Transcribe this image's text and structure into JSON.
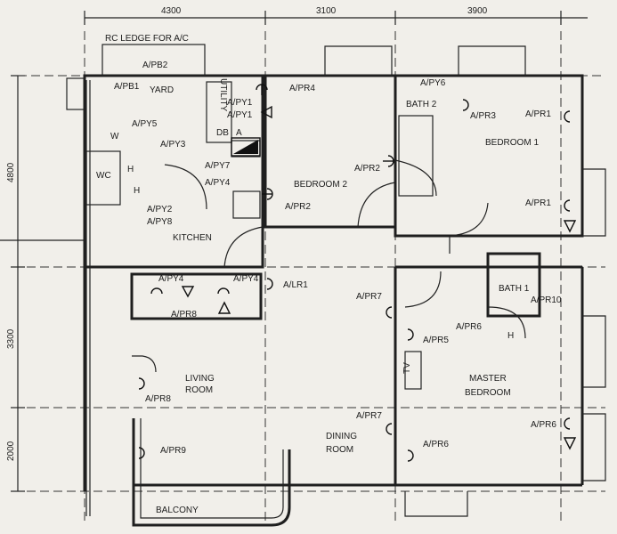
{
  "dimensions": {
    "top": [
      "4300",
      "3100",
      "3900"
    ],
    "left": [
      "4800",
      "3300",
      "2000"
    ]
  },
  "rooms": {
    "rc_ledge": "RC LEDGE FOR A/C",
    "yard": "YARD",
    "utility": "UTILITY",
    "db": "DB",
    "wc": "WC",
    "kitchen": "KITCHEN",
    "bedroom2": "BEDROOM 2",
    "bath2": "BATH 2",
    "bedroom1": "BEDROOM 1",
    "bath1": "BATH 1",
    "living": [
      "LIVING",
      "ROOM"
    ],
    "dining": [
      "DINING",
      "ROOM"
    ],
    "master": [
      "MASTER",
      "BEDROOM"
    ],
    "balcony": "BALCONY",
    "tv": "TV"
  },
  "points": {
    "pb1": "A/PB1",
    "pb2": "A/PB2",
    "py1a": "A/PY1",
    "py1b": "A/PY1",
    "dba": "A",
    "py5": "A/PY5",
    "py3": "A/PY3",
    "py7": "A/PY7",
    "py4a": "A/PY4",
    "py2": "A/PY2",
    "py8": "A/PY8",
    "py4b": "A/PY4",
    "py4c": "A/PY4",
    "pr4": "A/PR4",
    "pr2a": "A/PR2",
    "pr2b": "A/PR2",
    "py6": "A/PY6",
    "pr3": "A/PR3",
    "pr1a": "A/PR1",
    "pr1b": "A/PR1",
    "lr1": "A/LR1",
    "pr7a": "A/PR7",
    "pr6a": "A/PR6",
    "pr5": "A/PR5",
    "pr10": "A/PR10",
    "pr8a": "A/PR8",
    "pr8b": "A/PR8",
    "pr9": "A/PR9",
    "pr7b": "A/PR7",
    "pr6b": "A/PR6",
    "pr6c": "A/PR6",
    "w": "W",
    "h1": "H",
    "h2": "H",
    "h3": "H"
  }
}
